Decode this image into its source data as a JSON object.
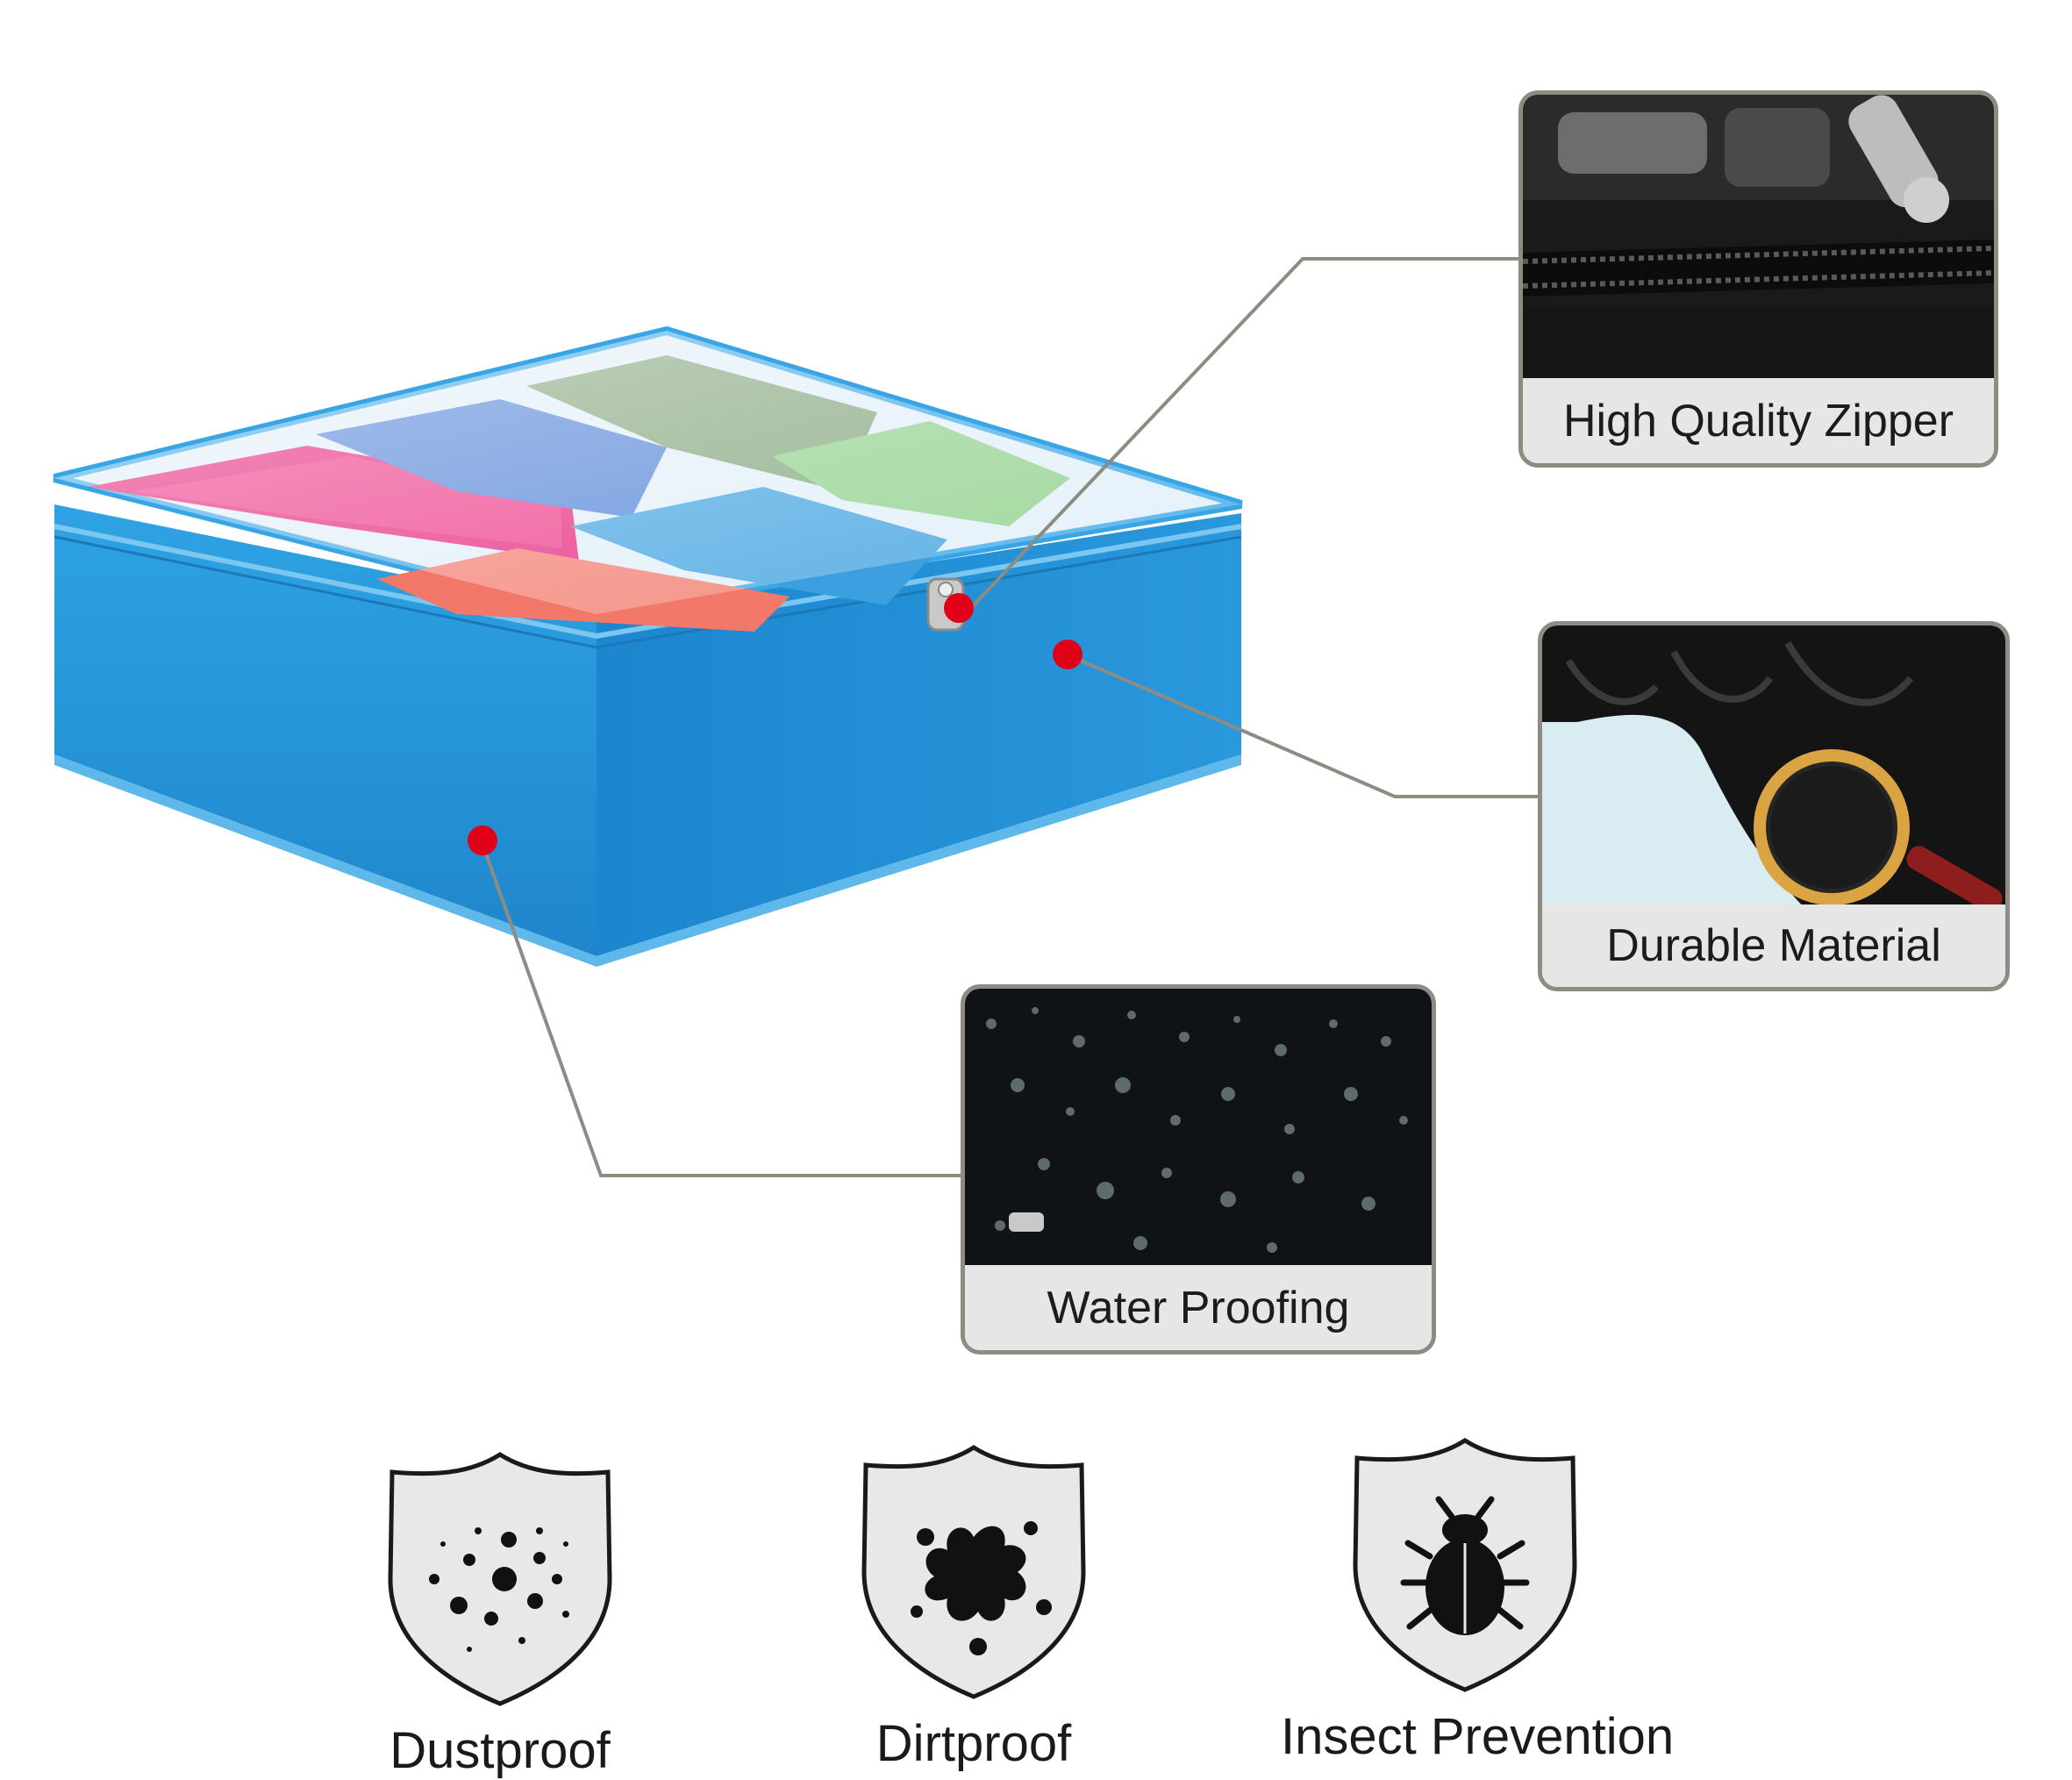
{
  "callouts": {
    "zipper": {
      "label": "High Quality Zipper",
      "icon": "zipper-closeup-photo"
    },
    "material": {
      "label": "Durable Material",
      "icon": "fabric-magnifier-photo"
    },
    "water": {
      "label": "Water Proofing",
      "icon": "water-droplets-photo"
    }
  },
  "badges": [
    {
      "label": "Dustproof",
      "icon": "dust-shield-icon"
    },
    {
      "label": "Dirtproof",
      "icon": "splash-shield-icon"
    },
    {
      "label": "Insect Prevention",
      "icon": "bug-shield-icon"
    }
  ],
  "colors": {
    "box_blue": "#2f97d6",
    "marker_red": "#e00018",
    "leader_line": "#8c8c82",
    "card_bg": "#e6e6e6",
    "shield_fill": "#e8e8e8"
  }
}
